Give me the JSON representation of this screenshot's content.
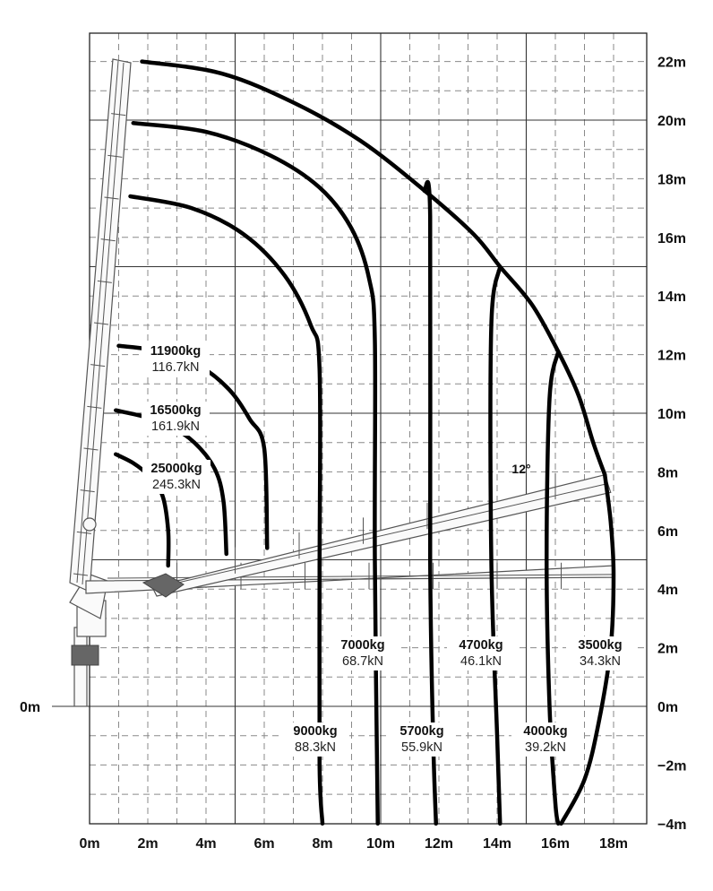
{
  "chart_data": {
    "type": "diagram",
    "x_ticks": [
      {
        "value": 0,
        "label": "0m"
      },
      {
        "value": 2,
        "label": "2m"
      },
      {
        "value": 4,
        "label": "4m"
      },
      {
        "value": 6,
        "label": "6m"
      },
      {
        "value": 8,
        "label": "8m"
      },
      {
        "value": 10,
        "label": "10m"
      },
      {
        "value": 12,
        "label": "12m"
      },
      {
        "value": 14,
        "label": "14m"
      },
      {
        "value": 16,
        "label": "16m"
      },
      {
        "value": 18,
        "label": "18m"
      }
    ],
    "y_ticks_right": [
      {
        "value": 22,
        "label": "22m"
      },
      {
        "value": 20,
        "label": "20m"
      },
      {
        "value": 18,
        "label": "18m"
      },
      {
        "value": 16,
        "label": "16m"
      },
      {
        "value": 14,
        "label": "14m"
      },
      {
        "value": 12,
        "label": "12m"
      },
      {
        "value": 10,
        "label": "10m"
      },
      {
        "value": 8,
        "label": "8m"
      },
      {
        "value": 6,
        "label": "6m"
      },
      {
        "value": 4,
        "label": "4m"
      },
      {
        "value": 2,
        "label": "2m"
      },
      {
        "value": 0,
        "label": "0m"
      },
      {
        "value": -2,
        "label": "−2m"
      },
      {
        "value": -4,
        "label": "−4m"
      }
    ],
    "y_zero_left_label": "0m",
    "xlim": [
      -0.3,
      18.3
    ],
    "ylim": [
      -4,
      23
    ],
    "boom_angle_label": "12°",
    "capacities": [
      {
        "kg": "25000kg",
        "kn": "245.3kN",
        "curve": [
          [
            0.9,
            8.6
          ],
          [
            1.5,
            8.3
          ],
          [
            2.0,
            7.9
          ],
          [
            2.5,
            7.2
          ],
          [
            2.7,
            6.0
          ],
          [
            2.7,
            4.8
          ]
        ]
      },
      {
        "kg": "16500kg",
        "kn": "161.9kN",
        "curve": [
          [
            0.9,
            10.1
          ],
          [
            1.8,
            9.9
          ],
          [
            2.7,
            9.6
          ],
          [
            3.6,
            9.0
          ],
          [
            4.3,
            8.1
          ],
          [
            4.6,
            7.0
          ],
          [
            4.7,
            5.2
          ]
        ]
      },
      {
        "kg": "11900kg",
        "kn": "116.7kN",
        "curve": [
          [
            1.0,
            12.3
          ],
          [
            2.5,
            12.1
          ],
          [
            3.8,
            11.6
          ],
          [
            4.8,
            10.8
          ],
          [
            5.5,
            9.8
          ],
          [
            6.0,
            8.8
          ],
          [
            6.1,
            5.4
          ]
        ]
      },
      {
        "kg": "9000kg",
        "kn": "88.3kN",
        "curve": [
          [
            1.4,
            17.4
          ],
          [
            3.5,
            17.0
          ],
          [
            5.3,
            16.1
          ],
          [
            6.7,
            14.7
          ],
          [
            7.6,
            13.0
          ],
          [
            7.9,
            11.5
          ],
          [
            7.9,
            4.5
          ],
          [
            7.9,
            -2.0
          ],
          [
            8.0,
            -4.0
          ]
        ]
      },
      {
        "kg": "7000kg",
        "kn": "68.7kN",
        "curve": [
          [
            1.5,
            19.9
          ],
          [
            4.0,
            19.6
          ],
          [
            6.2,
            18.8
          ],
          [
            7.9,
            17.7
          ],
          [
            9.0,
            16.3
          ],
          [
            9.6,
            14.6
          ],
          [
            9.8,
            12.5
          ],
          [
            9.8,
            5.0
          ],
          [
            9.9,
            -4.0
          ]
        ]
      },
      {
        "kg": "5700kg",
        "kn": "55.9kN",
        "curve": [
          [
            11.5,
            17.6
          ],
          [
            11.7,
            16.7
          ],
          [
            11.7,
            5.0
          ],
          [
            11.8,
            -1.0
          ],
          [
            11.9,
            -4.0
          ]
        ]
      },
      {
        "kg": "4700kg",
        "kn": "46.1kN",
        "curve": [
          [
            14.1,
            15.0
          ],
          [
            13.8,
            13.0
          ],
          [
            13.8,
            5.0
          ],
          [
            14.0,
            -1.0
          ],
          [
            14.1,
            -4.0
          ]
        ]
      },
      {
        "kg": "4000kg",
        "kn": "39.2kN",
        "curve": [
          [
            16.1,
            12.1
          ],
          [
            15.8,
            10.5
          ],
          [
            15.7,
            5.0
          ],
          [
            15.8,
            0.0
          ],
          [
            16.0,
            -3.3
          ],
          [
            16.1,
            -4.0
          ]
        ]
      },
      {
        "kg": "3500kg",
        "kn": "34.3kN",
        "curve": [
          [
            17.7,
            7.9
          ],
          [
            17.9,
            6.3
          ],
          [
            18.0,
            4.5
          ],
          [
            17.9,
            2.0
          ],
          [
            17.5,
            -0.5
          ],
          [
            17.0,
            -2.5
          ],
          [
            16.2,
            -4.0
          ]
        ]
      }
    ],
    "outer_envelope": [
      [
        1.8,
        22.0
      ],
      [
        4.5,
        21.6
      ],
      [
        7.0,
        20.6
      ],
      [
        9.3,
        19.3
      ],
      [
        11.5,
        17.6
      ],
      [
        13.2,
        16.1
      ],
      [
        14.1,
        15.0
      ],
      [
        15.2,
        13.7
      ],
      [
        16.1,
        12.1
      ],
      [
        16.8,
        10.6
      ],
      [
        17.3,
        9.0
      ],
      [
        17.7,
        7.9
      ]
    ]
  }
}
